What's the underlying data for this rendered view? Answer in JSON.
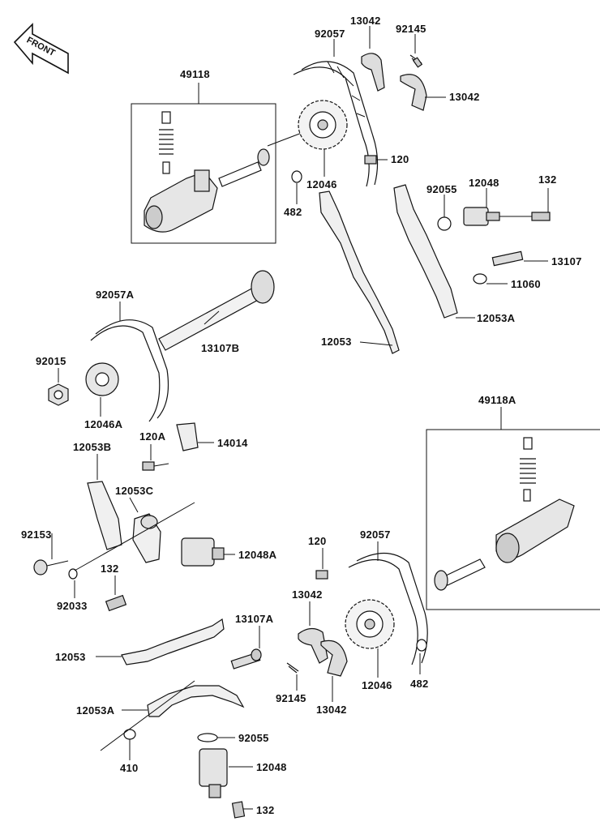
{
  "diagram": {
    "front_arrow_text": "FRONT",
    "labels": {
      "l_49118": "49118",
      "l_92057_top": "92057",
      "l_13042_top": "13042",
      "l_92145_top": "92145",
      "l_13042_top_r": "13042",
      "l_120_top": "120",
      "l_12046_top": "12046",
      "l_482_top": "482",
      "l_92055_top": "92055",
      "l_12048_top": "12048",
      "l_132_top": "132",
      "l_13107": "13107",
      "l_11060": "11060",
      "l_12053A_top": "12053A",
      "l_12053_mid": "12053",
      "l_92057A": "92057A",
      "l_13107B": "13107B",
      "l_92015": "92015",
      "l_12046A": "12046A",
      "l_120A": "120A",
      "l_14014": "14014",
      "l_12053B": "12053B",
      "l_12053C": "12053C",
      "l_92153": "92153",
      "l_132_mid": "132",
      "l_12048A": "12048A",
      "l_92033": "92033",
      "l_49118A": "49118A",
      "l_120_low": "120",
      "l_92057_low": "92057",
      "l_13042_low": "13042",
      "l_13107A": "13107A",
      "l_12053_low": "12053",
      "l_92145_low": "92145",
      "l_13042_low_b": "13042",
      "l_12046_low": "12046",
      "l_482_low": "482",
      "l_12053A_low": "12053A",
      "l_92055_low": "92055",
      "l_410": "410",
      "l_12048_low": "12048",
      "l_132_low": "132"
    }
  }
}
